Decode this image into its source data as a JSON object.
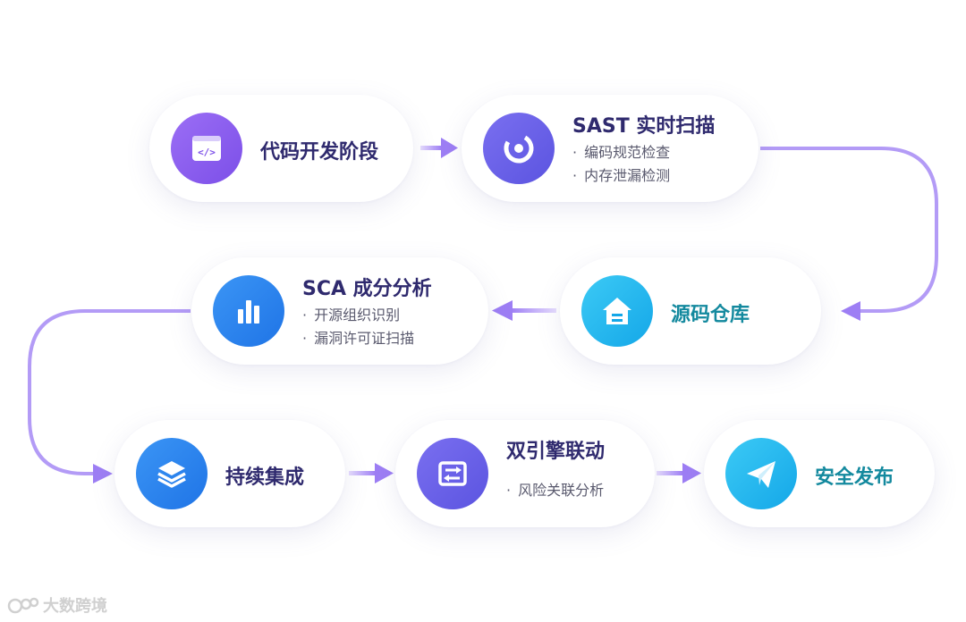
{
  "nodes": {
    "code_dev": {
      "title": "代码开发阶段",
      "icon": "code-window-icon",
      "color": "#8a5cf0"
    },
    "sast": {
      "title": "SAST 实时扫描",
      "items": [
        "编码规范检查",
        "内存泄漏检测"
      ],
      "icon": "scan-target-icon",
      "color": "#6a5fe8"
    },
    "repo": {
      "title": "源码仓库",
      "icon": "house-icon",
      "color": "#21b6ee"
    },
    "sca": {
      "title": "SCA 成分分析",
      "items": [
        "开源组织识别",
        "漏洞许可证扫描"
      ],
      "icon": "bar-chart-icon",
      "color": "#2f86f0"
    },
    "ci": {
      "title": "持续集成",
      "icon": "layers-icon",
      "color": "#2f82ee"
    },
    "dual_engine": {
      "title": "双引擎联动",
      "items": [
        "风险关联分析"
      ],
      "icon": "engine-sync-icon",
      "color": "#6a5fe8"
    },
    "release": {
      "title": "安全发布",
      "icon": "paper-plane-icon",
      "color": "#21b6ee"
    }
  },
  "colors": {
    "title_dark": "#2f2a6e",
    "title_teal": "#13899e",
    "arrow": "#a98ef5"
  },
  "watermark": {
    "text": "大数跨境"
  }
}
